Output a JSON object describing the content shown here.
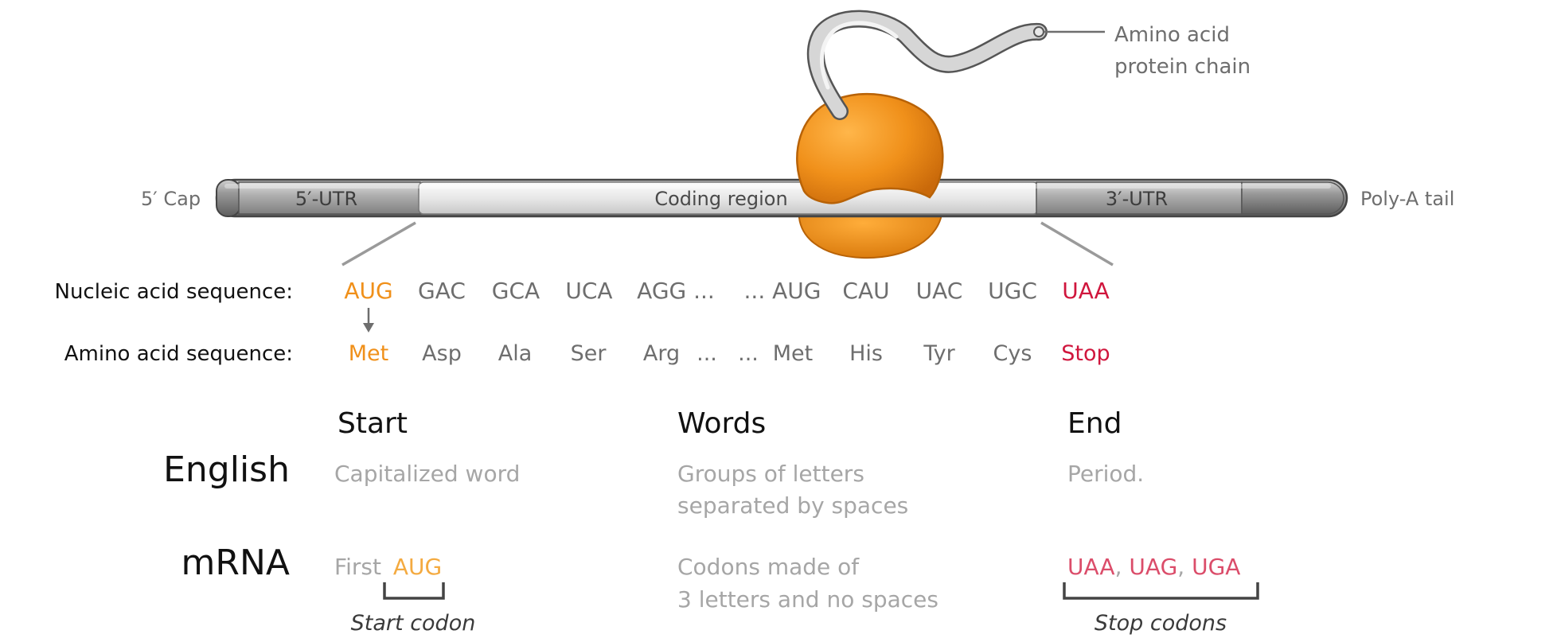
{
  "mrna": {
    "cap_label": "5′ Cap",
    "utr5_label": "5′-UTR",
    "coding_label": "Coding region",
    "utr3_label": "3′-UTR",
    "polya_label": "Poly-A tail",
    "protein_label_line1": "Amino acid",
    "protein_label_line2": "protein chain"
  },
  "sequences": {
    "nucleic_label": "Nucleic acid sequence:",
    "amino_label": "Amino acid sequence:",
    "nucleic": [
      "AUG",
      "GAC",
      "GCA",
      "UCA",
      "AGG ...",
      "... AUG",
      "CAU",
      "UAC",
      "UGC",
      "UAA"
    ],
    "amino": [
      "Met",
      "Asp",
      "Ala",
      "Ser",
      "Arg",
      "...",
      "...",
      "Met",
      "His",
      "Tyr",
      "Cys",
      "Stop"
    ]
  },
  "comparison": {
    "headers": {
      "start": "Start",
      "words": "Words",
      "end": "End"
    },
    "english": {
      "label": "English",
      "start": "Capitalized word",
      "words_line1": "Groups of letters",
      "words_line2": "separated by spaces",
      "end": "Period."
    },
    "mrna": {
      "label": "mRNA",
      "start_prefix": "First",
      "start_codon": "AUG",
      "words_line1": "Codons made of",
      "words_line2": "3 letters and no spaces",
      "stop_codons": [
        "UAA",
        "UAG",
        "UGA"
      ],
      "separator": ",",
      "start_caption": "Start codon",
      "stop_caption": "Stop codons"
    }
  },
  "colors": {
    "start_orange": "#f0901a",
    "stop_red": "#d0163d",
    "text_grey": "#6e6e6e",
    "light_grey": "#a6a6a6",
    "ribosome": "#ef8c10"
  }
}
